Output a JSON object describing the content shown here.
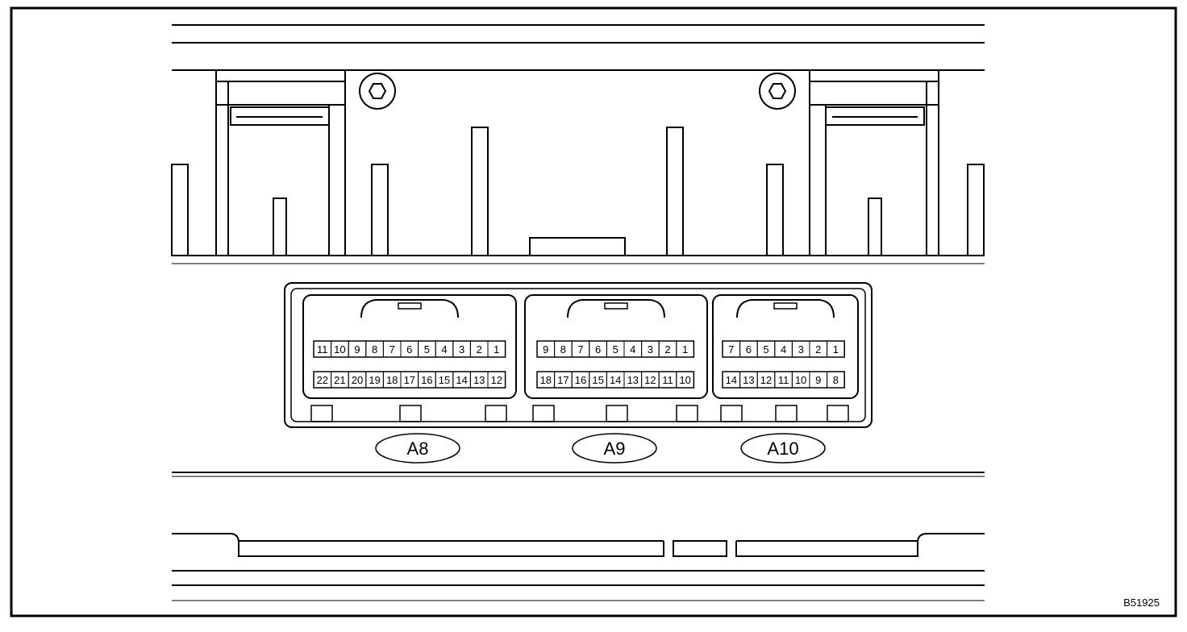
{
  "connectors": [
    {
      "label": "A8",
      "top_row": [
        "11",
        "10",
        "9",
        "8",
        "7",
        "6",
        "5",
        "4",
        "3",
        "2",
        "1"
      ],
      "bottom_row": [
        "22",
        "21",
        "20",
        "19",
        "18",
        "17",
        "16",
        "15",
        "14",
        "13",
        "12"
      ]
    },
    {
      "label": "A9",
      "top_row": [
        "9",
        "8",
        "7",
        "6",
        "5",
        "4",
        "3",
        "2",
        "1"
      ],
      "bottom_row": [
        "18",
        "17",
        "16",
        "15",
        "14",
        "13",
        "12",
        "11",
        "10"
      ]
    },
    {
      "label": "A10",
      "top_row": [
        "7",
        "6",
        "5",
        "4",
        "3",
        "2",
        "1"
      ],
      "bottom_row": [
        "14",
        "13",
        "12",
        "11",
        "10",
        "9",
        "8"
      ]
    }
  ],
  "reference_code": "B51925"
}
